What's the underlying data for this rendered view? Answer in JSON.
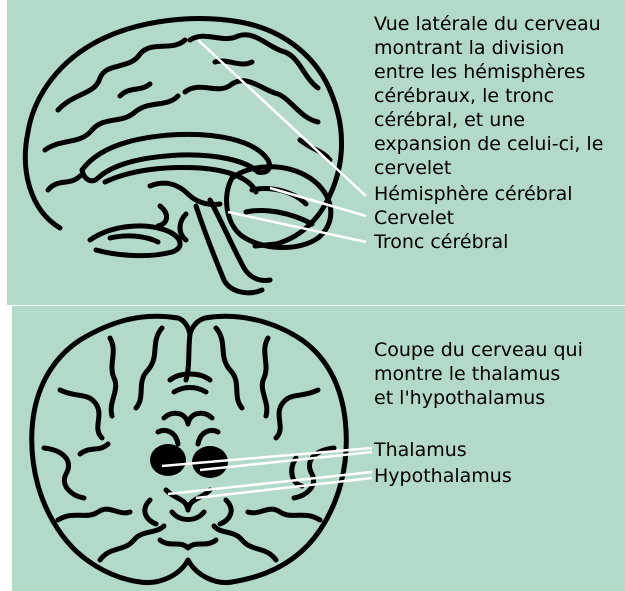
{
  "top": {
    "description_lines": [
      "Vue latérale du cerveau",
      "montrant la division",
      "entre les hémisphères",
      "cérébraux, le tronc",
      "cérébral, et une",
      "expansion de celui-ci, le",
      "cervelet"
    ],
    "labels": {
      "hemisphere": "Hémisphère cérébral",
      "cervelet": "Cervelet",
      "tronc": "Tronc cérébral"
    }
  },
  "bottom": {
    "description_lines": [
      "Coupe du cerveau qui",
      "montre le thalamus",
      "et l'hypothalamus"
    ],
    "labels": {
      "thalamus": "Thalamus",
      "hypothalamus": "Hypothalamus"
    }
  },
  "colors": {
    "panel": "#b3d9c8",
    "ink": "#000000"
  }
}
